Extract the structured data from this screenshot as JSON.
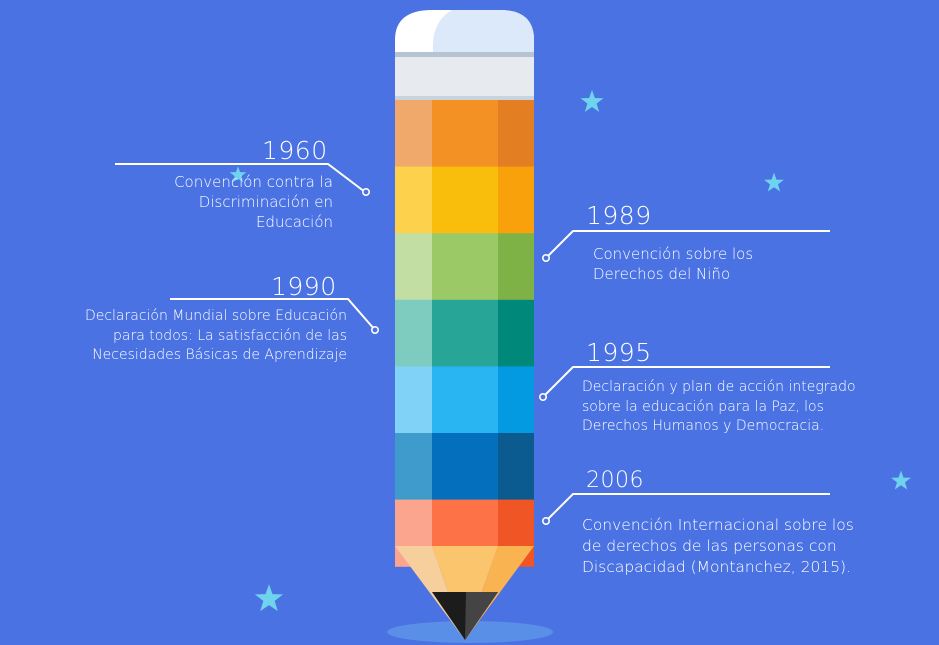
{
  "colors": {
    "background": "#4a72e3",
    "star": "#6fd3ee",
    "eraser_left": "#ffffff",
    "eraser_right": "#dce9fa",
    "ferrule": "#e7ebf0",
    "bands": [
      [
        "#f0a96a",
        "#f39124",
        "#e47e23"
      ],
      [
        "#fdd14b",
        "#f9bd0b",
        "#f8a10a"
      ],
      [
        "#c3dea2",
        "#9bc966",
        "#7fb246"
      ],
      [
        "#7ecbbf",
        "#27a596",
        "#00897b"
      ],
      [
        "#81d2f7",
        "#29b5f2",
        "#049ae1"
      ],
      [
        "#3f9bcc",
        "#036fbd",
        "#0b5a90"
      ],
      [
        "#fba58f",
        "#fd7247",
        "#f05526"
      ]
    ]
  },
  "events": [
    {
      "id": "1960",
      "year": "1960",
      "lines": [
        "Convención contra la",
        "Discriminación en",
        "Educación"
      ]
    },
    {
      "id": "1990",
      "year": "1990",
      "lines": [
        "Declaración Mundial sobre Educación",
        "para todos: La satisfacción de las",
        "Necesidades Básicas de Aprendizaje"
      ]
    },
    {
      "id": "1989",
      "year": "1989",
      "lines": [
        "Convención sobre los",
        "Derechos del Niño"
      ]
    },
    {
      "id": "1995",
      "year": "1995",
      "lines": [
        "Declaración y plan de acción integrado",
        "sobre la educación para la Paz, los",
        "Derechos Humanos y Democracia."
      ]
    },
    {
      "id": "2006",
      "year": "2006",
      "lines": [
        "Convención Internacional sobre los",
        "de derechos de las personas con",
        "Discapacidad (Montanchez, 2015)."
      ]
    }
  ]
}
